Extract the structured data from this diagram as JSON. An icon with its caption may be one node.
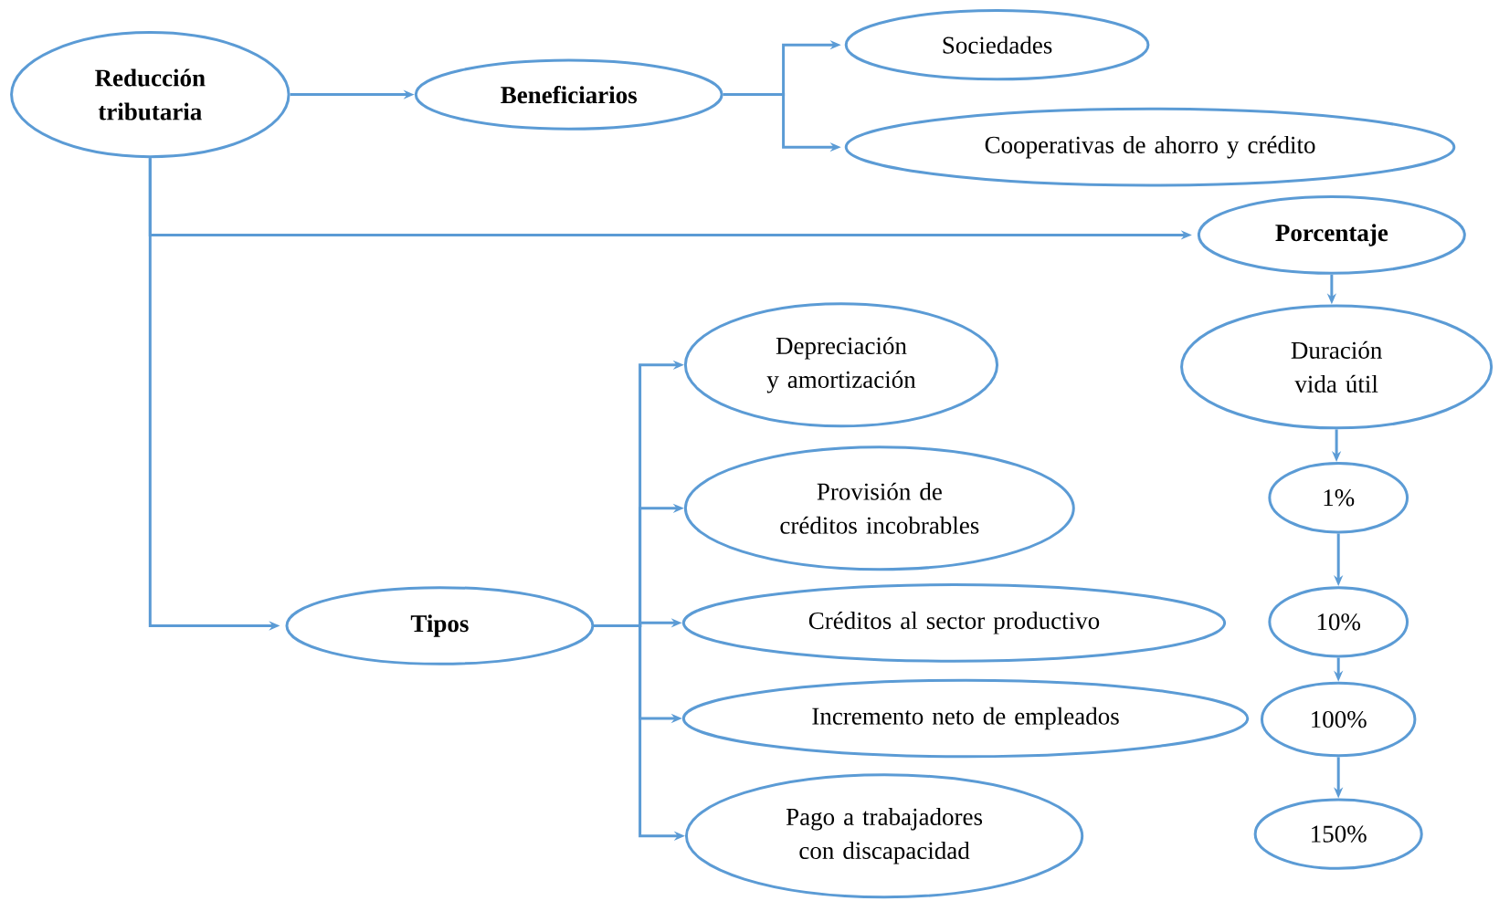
{
  "diagram": {
    "nodes": [
      {
        "text": [
          "Reducción tributaria"
        ]
      },
      {
        "text": [
          "Beneficiarios"
        ]
      },
      {
        "text": [
          "Sociedades"
        ]
      },
      {
        "text": [
          "Cooperativas de ahorro y crédito"
        ]
      },
      {
        "text": [
          "Porcentaje"
        ]
      },
      {
        "text": [
          "Duración vida útil"
        ]
      },
      {
        "text": [
          "1%"
        ]
      },
      {
        "text": [
          "10%"
        ]
      },
      {
        "text": [
          "100%"
        ]
      },
      {
        "text": [
          "150%"
        ]
      },
      {
        "text": [
          "Tipos"
        ]
      },
      {
        "text": [
          "Depreciación y amortización"
        ]
      },
      {
        "text": [
          "Provisión de créditos incobrables"
        ]
      },
      {
        "text": [
          "Créditos al sector productivo"
        ]
      },
      {
        "text": [
          "Incremento neto de empleados"
        ]
      },
      {
        "text": [
          "Pago a trabajadores con discapacidad"
        ]
      }
    ],
    "edges": [
      {
        "from": 0,
        "to": 1,
        "arrow": "to"
      },
      {
        "from": 1,
        "to": 2,
        "arrow": "to"
      },
      {
        "from": 1,
        "to": 3,
        "arrow": "to"
      },
      {
        "from": 0,
        "to": 4,
        "arrow": "to"
      },
      {
        "from": 0,
        "to": 10,
        "arrow": "to"
      },
      {
        "from": 4,
        "to": 5,
        "arrow": "to"
      },
      {
        "from": 5,
        "to": 6,
        "arrow": "to"
      },
      {
        "from": 6,
        "to": 7,
        "arrow": "to"
      },
      {
        "from": 7,
        "to": 8,
        "arrow": "to"
      },
      {
        "from": 8,
        "to": 9,
        "arrow": "to"
      },
      {
        "from": 10,
        "to": 11,
        "arrow": "to"
      },
      {
        "from": 10,
        "to": 12,
        "arrow": "to"
      },
      {
        "from": 10,
        "to": 13,
        "arrow": "to"
      },
      {
        "from": 10,
        "to": 14,
        "arrow": "to"
      },
      {
        "from": 10,
        "to": 15,
        "arrow": "to"
      }
    ]
  }
}
